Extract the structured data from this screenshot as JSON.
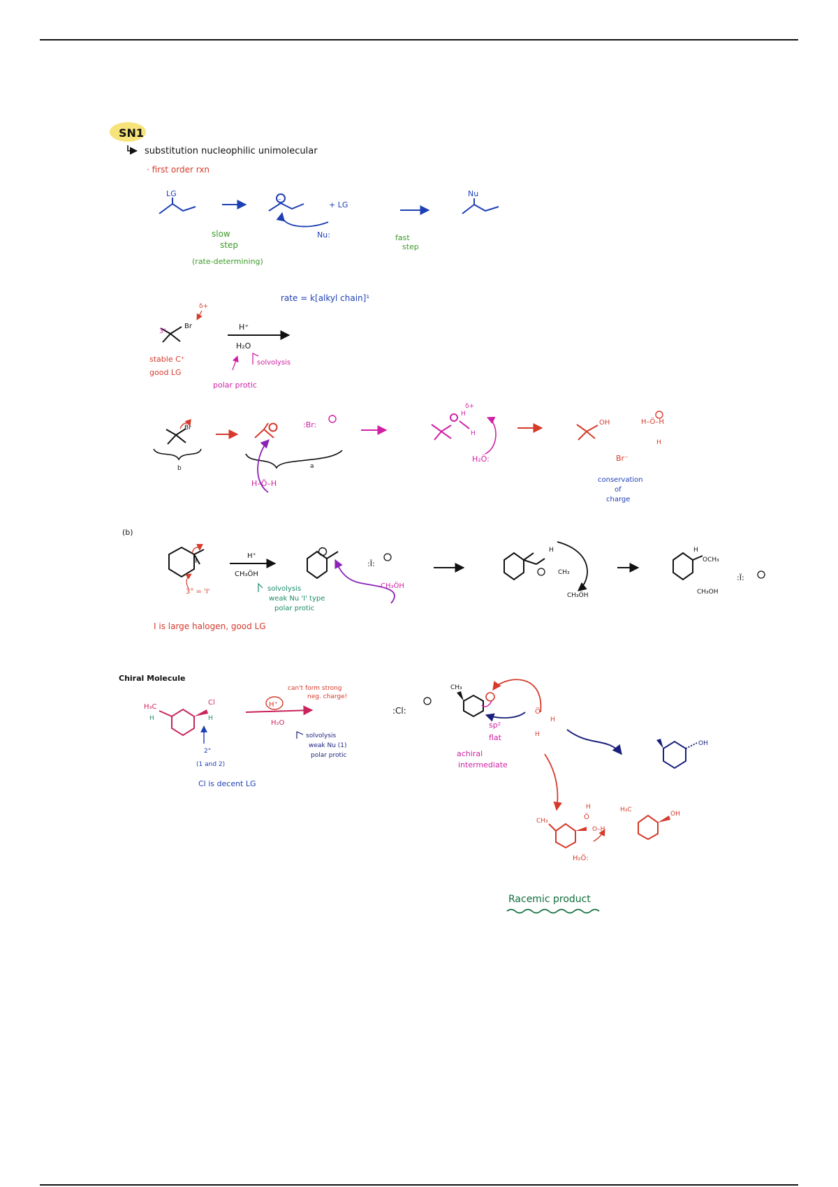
{
  "page": {
    "heading": "SN1",
    "definition": "substitution nucleophilic unimolecular",
    "first_order": "· first order rxn"
  },
  "mechanism1": {
    "lg": "LG",
    "plus_lg": "+ LG",
    "nu_pair": "Nu:",
    "nu_product": "Nu",
    "slow_step_a": "slow",
    "slow_step_b": "step",
    "rate_det": "(rate-determining)",
    "fast_step_a": "fast",
    "fast_step_b": "step",
    "rate_law": "rate = k[alkyl chain]¹"
  },
  "example1": {
    "deg": "3°",
    "ch": "δ+",
    "br": "Br",
    "h_plus": "H⁺",
    "water": "H₂O",
    "solvolysis": "solvolysis",
    "stable_c": "stable C⁺",
    "good_lg": "good LG",
    "polar_protic": "polar protic",
    "br_ion": ":Br:",
    "water_lp": "H–Ö–H",
    "delta_plus": "δ+",
    "h2o_b": "H₂Ö:",
    "oh": "OH",
    "h3o": "H–Ö–H",
    "h3o_h": "H",
    "br_minus": "Br⁻",
    "conservation_a": "conservation",
    "conservation_b": "of",
    "conservation_c": "charge",
    "bracket_label": "b"
  },
  "example2": {
    "label": "(b)",
    "iodine": "I",
    "h_plus": "H⁺",
    "methanol": "CH₃ÖH",
    "deg_note": "3° = 'I'",
    "solvolysis": "solvolysis",
    "weak_nu": "weak Nu  'I' type",
    "polar_protic": "polar protic",
    "methanol_nu": "CH₃ÖH",
    "i_ion": ":Ï:",
    "h_label": "H",
    "ch3": "CH₃",
    "ch3oh_b": "CH₃ÖH",
    "och3": "OCH₃",
    "h_top": "H",
    "ch3oh_c": "CH₃OH",
    "i_large": "I is large halogen, good LG"
  },
  "example3": {
    "label": "Chiral Molecule",
    "h3c": "H₃C",
    "h_label": "H",
    "cl": "Cl",
    "h_right": "H",
    "h_plus": "H⁺",
    "cant_form": "can't form strong",
    "neg_charge": "neg. charge!",
    "water": "H₂O",
    "deg2": "2°",
    "one_and_two": "(1 and 2)",
    "solvolysis": "solvolysis",
    "weak_nu": "weak Nu (1)",
    "polar_protic": "polar protic",
    "cl_decent": "Cl is decent LG",
    "cl_ion": ":Cl:",
    "ch3_top": "CH₃",
    "sp2": "sp²",
    "flat": "flat",
    "achiral": "achiral",
    "intermediate": "intermediate",
    "water_h": "H",
    "water_o": "Ö",
    "oh_prod": "OH",
    "ch3_b": "CH₃",
    "h3c_b": "H₃C",
    "oh_c": "OH",
    "o_h": "O–H",
    "h_top": "H",
    "h2o_c": "H₂Ö:",
    "racemic": "Racemic product"
  },
  "colors": {
    "ink": "#111111",
    "blue": "#1d3fb5",
    "navy": "#1a1f7a",
    "green": "#3c9a27",
    "teal": "#1a8a6a",
    "magenta": "#d01fa3",
    "red": "#d53a2b",
    "purple": "#8b22b8",
    "crimson": "#c9245b",
    "highlight": "#f6e37a",
    "darkgreen": "#0f6b3a"
  }
}
